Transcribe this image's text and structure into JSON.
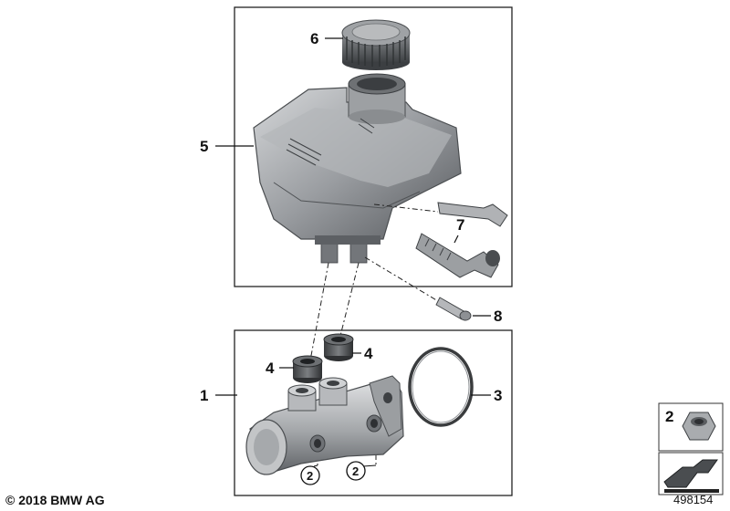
{
  "diagram": {
    "callouts": {
      "reservoir_cap": "6",
      "reservoir": "5",
      "sensor": "7",
      "pin": "8",
      "master_cylinder": "1",
      "grommet_left": "4",
      "grommet_right": "4",
      "o_ring": "3",
      "plug_left": "2",
      "plug_right": "2"
    },
    "legend": {
      "nut": "2"
    }
  },
  "footer": {
    "copyright": "© 2018 BMW AG",
    "diagram_id": "498154"
  },
  "colors": {
    "frame": "#222222",
    "part_dark": "#5a5d60",
    "part_mid": "#8d9094",
    "part_light": "#c8cacc"
  }
}
